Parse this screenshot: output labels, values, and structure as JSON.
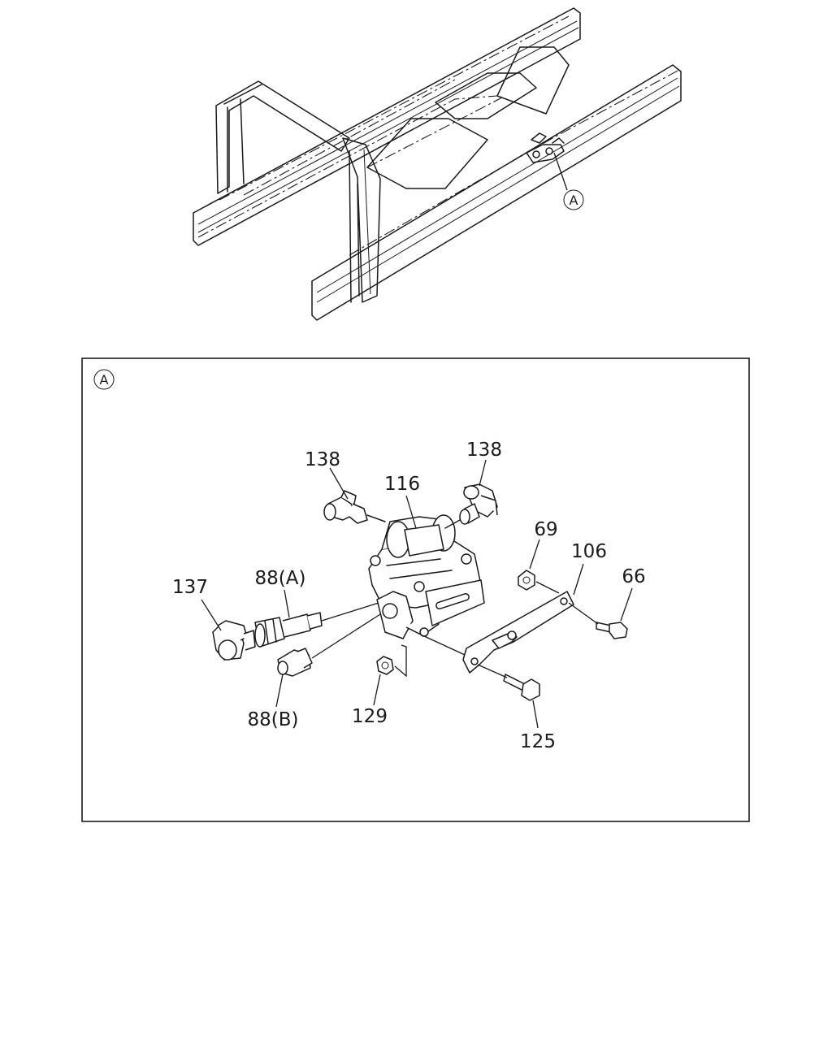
{
  "overview": {
    "callout_letter": "A"
  },
  "detail": {
    "callout_letter": "A",
    "part_labels": [
      {
        "id": "p138a",
        "text": "138"
      },
      {
        "id": "p138b",
        "text": "138"
      },
      {
        "id": "p116",
        "text": "116"
      },
      {
        "id": "p69",
        "text": "69"
      },
      {
        "id": "p106",
        "text": "106"
      },
      {
        "id": "p66",
        "text": "66"
      },
      {
        "id": "p137",
        "text": "137"
      },
      {
        "id": "p88a",
        "text": "88(A)"
      },
      {
        "id": "p88b",
        "text": "88(B)"
      },
      {
        "id": "p129",
        "text": "129"
      },
      {
        "id": "p125",
        "text": "125"
      }
    ]
  }
}
